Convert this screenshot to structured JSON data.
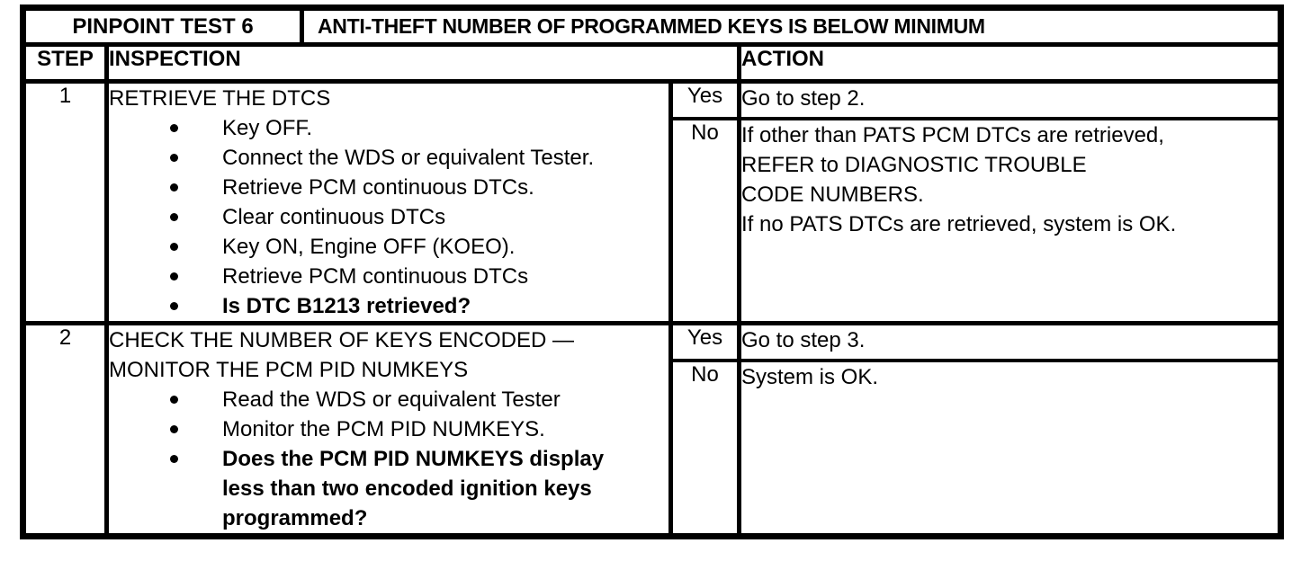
{
  "header": {
    "test_label": "PINPOINT TEST 6",
    "title": "ANTI-THEFT NUMBER OF PROGRAMMED KEYS IS BELOW MINIMUM"
  },
  "columns": {
    "step": "STEP",
    "inspection": "INSPECTION",
    "action": "ACTION"
  },
  "rows": [
    {
      "step": "1",
      "heading_lines": [
        "RETRIEVE THE DTCS"
      ],
      "bullets": [
        "Key OFF.",
        "Connect the WDS or equivalent Tester.",
        "Retrieve PCM continuous DTCs.",
        "Clear continuous DTCs",
        "Key ON, Engine OFF (KOEO).",
        "Retrieve PCM continuous DTCs"
      ],
      "question_lines": [
        "Is DTC B1213 retrieved?"
      ],
      "yes_label": "Yes",
      "yes_action_lines": [
        "Go to step 2."
      ],
      "no_label": "No",
      "no_action_lines": [
        "If other than PATS PCM DTCs are retrieved,",
        "REFER to DIAGNOSTIC TROUBLE",
        "CODE NUMBERS.",
        "If no PATS DTCs are retrieved, system is OK."
      ]
    },
    {
      "step": "2",
      "heading_lines": [
        "CHECK THE NUMBER OF KEYS ENCODED —",
        "MONITOR THE PCM PID NUMKEYS"
      ],
      "bullets": [
        "Read the WDS or equivalent Tester",
        "Monitor the PCM PID NUMKEYS."
      ],
      "question_lines": [
        "Does the PCM PID NUMKEYS display",
        "less than two encoded ignition keys",
        "programmed?"
      ],
      "yes_label": "Yes",
      "yes_action_lines": [
        "Go to step 3."
      ],
      "no_label": "No",
      "no_action_lines": [
        "System is OK."
      ]
    }
  ],
  "colors": {
    "ink": "#000000",
    "background": "#ffffff"
  }
}
